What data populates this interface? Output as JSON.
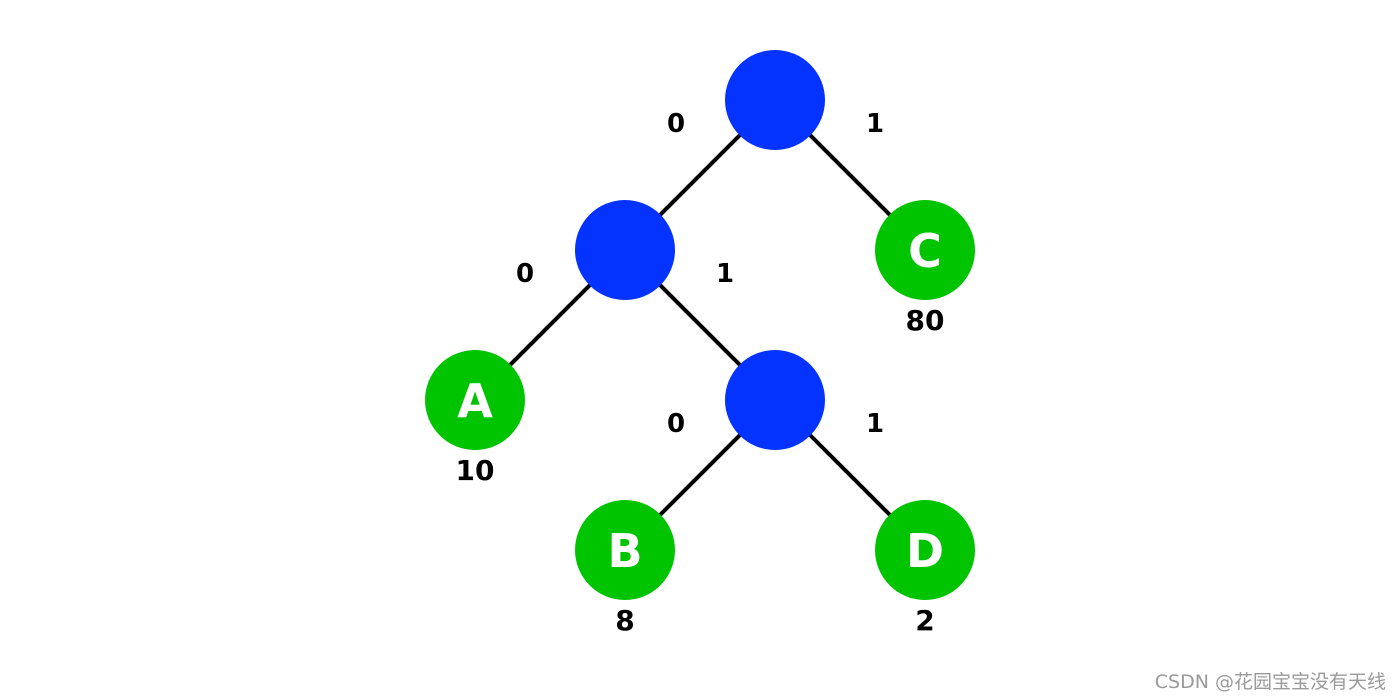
{
  "colors": {
    "internal_node": "#0432ff",
    "leaf_node": "#00c400",
    "edge": "#000000",
    "leaf_text": "#ffffff"
  },
  "edges": {
    "root_left": "0",
    "root_right": "1",
    "n1_left": "0",
    "n1_right": "1",
    "n2_left": "0",
    "n2_right": "1"
  },
  "leaves": {
    "a": {
      "letter": "A",
      "weight": "10"
    },
    "b": {
      "letter": "B",
      "weight": "8"
    },
    "c": {
      "letter": "C",
      "weight": "80"
    },
    "d": {
      "letter": "D",
      "weight": "2"
    }
  },
  "watermark": "CSDN @花园宝宝没有天线"
}
